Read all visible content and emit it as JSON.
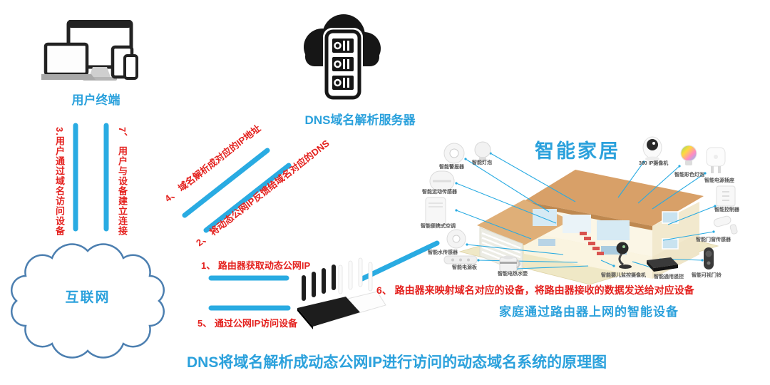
{
  "user_terminal": {
    "label": "用户终端"
  },
  "dns_server": {
    "label": "DNS域名解析服务器"
  },
  "internet": {
    "label": "互联网"
  },
  "router": {
    "name": "router"
  },
  "steps": {
    "s1": "1、 路由器获取动态公网IP",
    "s2": "2、 将动态公网IP反馈给域名对应的DNS",
    "s3": "3.用户通过域名访问设备",
    "s4": "4、 域名解析成对应的IP地址",
    "s5": "5、 通过公网IP访问设备",
    "s6": "6、 路由器来映射域名对应的设备，将路由器接收的数据发送给对应设备",
    "s7": "7、 用户与设备建立连接"
  },
  "smart_home": {
    "title": "智能家居",
    "subtitle": "家庭通过路由器上网的智能设备",
    "devices": [
      {
        "label": "智能灯泡"
      },
      {
        "label": "智能警报器"
      },
      {
        "label": "智能运动传感器"
      },
      {
        "label": "智能便携式空调"
      },
      {
        "label": "智能水传感器"
      },
      {
        "label": "智能电源板"
      },
      {
        "label": "智能电热水壶"
      },
      {
        "label": "360 IP摄像机"
      },
      {
        "label": "智能彩色灯泡"
      },
      {
        "label": "智能电源插座"
      },
      {
        "label": "智能控制器"
      },
      {
        "label": "智能门窗传感器"
      },
      {
        "label": "智能可视门铃"
      },
      {
        "label": "智能通用遥控"
      },
      {
        "label": "智能婴儿监控摄像机"
      }
    ]
  },
  "diagram_caption": "DNS将域名解析成动态公网IP进行访问的动态域名系统的原理图",
  "colors": {
    "line_blue": "#29ABE2",
    "text_blue": "#2BA1DC",
    "text_red": "#E4221F",
    "cloud_stroke": "#4C7FB0",
    "icon_black": "#161616"
  }
}
